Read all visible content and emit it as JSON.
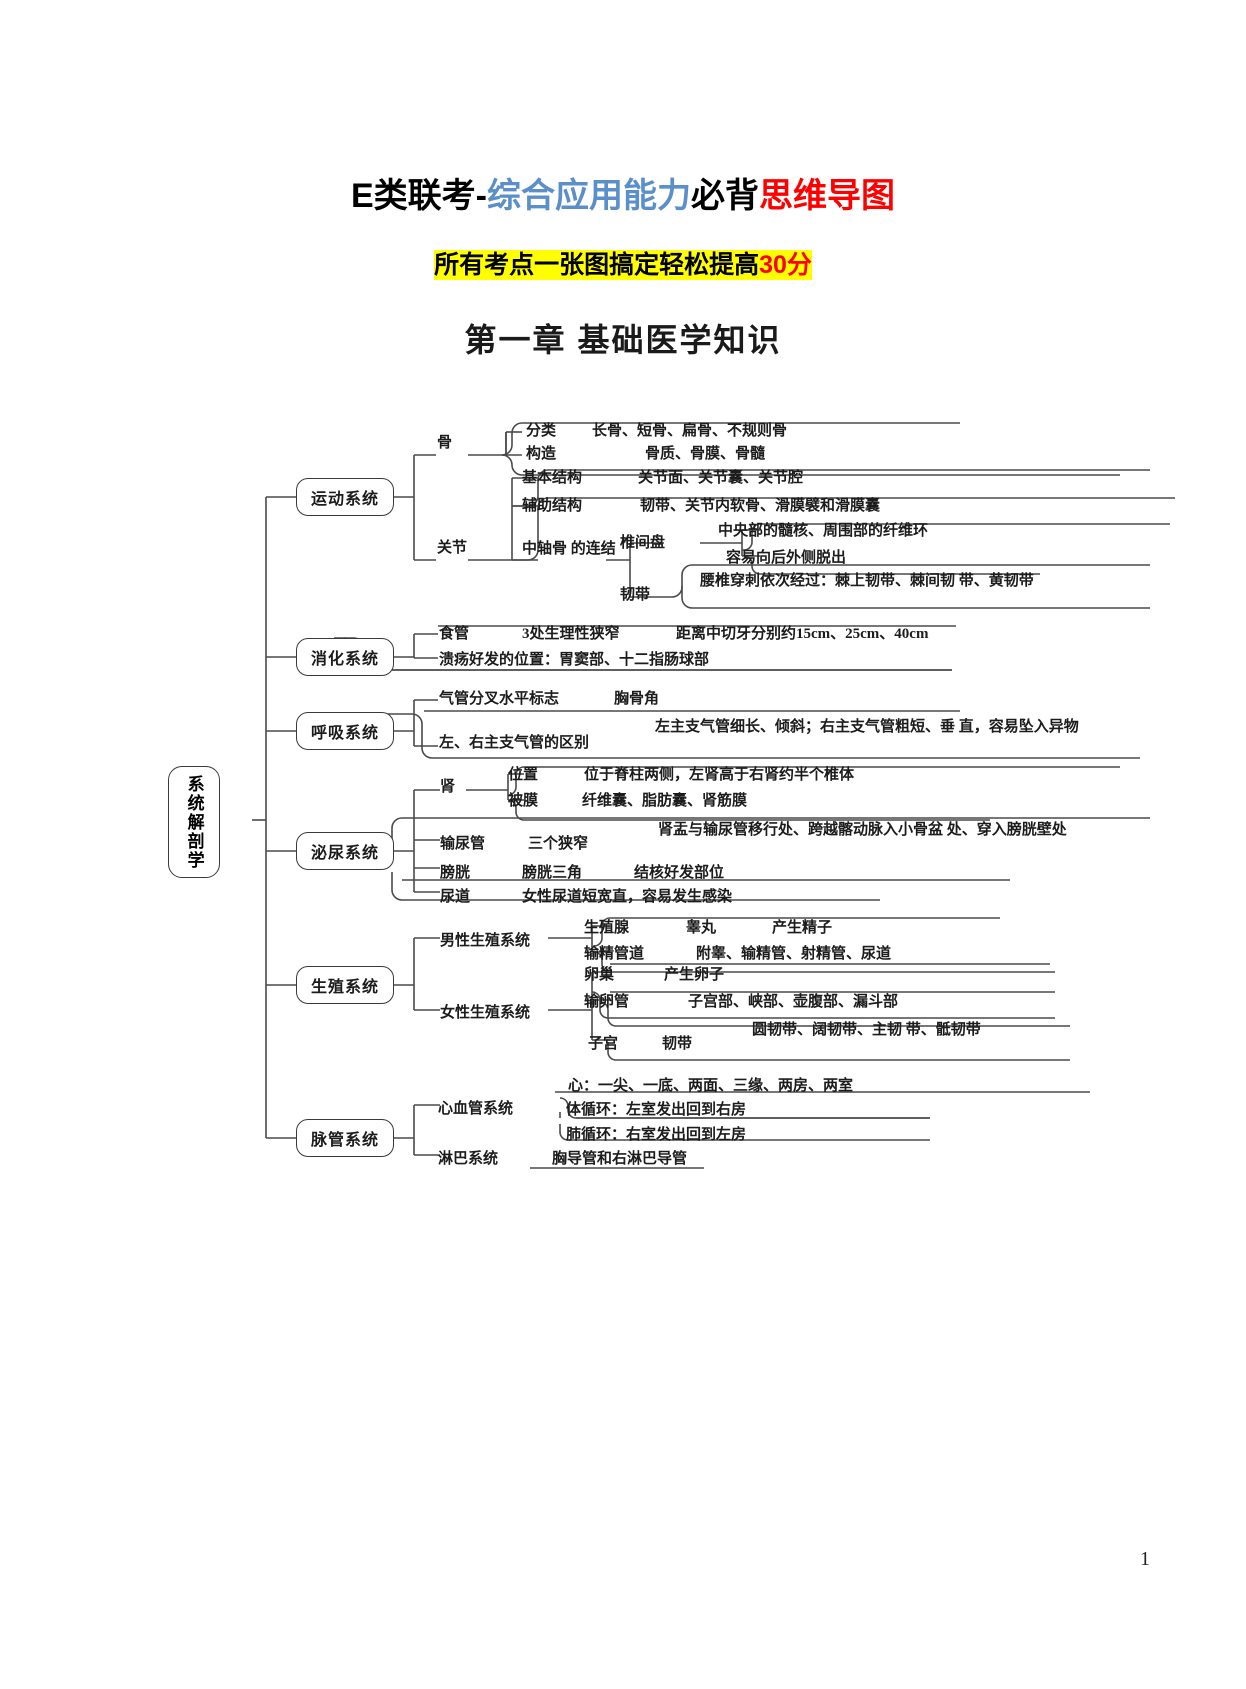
{
  "header": {
    "title_parts": [
      {
        "text": "E类联考-",
        "color": "#000000"
      },
      {
        "text": "综合应用能力",
        "color": "#5b8fc9"
      },
      {
        "text": "必背",
        "color": "#000000"
      },
      {
        "text": "思维导图",
        "color": "#ff0000"
      }
    ],
    "subtitle_parts": [
      {
        "text": "所有考点一张图搞定轻松提高",
        "color": "#000000",
        "highlight": "#ffff00"
      },
      {
        "text": "30分",
        "color": "#ff0000",
        "highlight": "#ffff00"
      }
    ],
    "chapter": "第一章    基础医学知识"
  },
  "mindmap": {
    "root": "系统解剖学",
    "branches": [
      {
        "label": "运动系统",
        "children": [
          {
            "label": "骨",
            "children": [
              {
                "label": "分类",
                "value": "长骨、短骨、扁骨、不规则骨"
              },
              {
                "label": "构造",
                "value": "骨质、骨膜、骨髓"
              }
            ]
          },
          {
            "label": "关节",
            "children": [
              {
                "label": "基本结构",
                "value": "关节面、关节囊、关节腔"
              },
              {
                "label": "辅助结构",
                "value": "韧带、关节内软骨、滑膜襞和滑膜囊"
              },
              {
                "label": "中轴骨\n的连结",
                "children": [
                  {
                    "label": "椎间盘",
                    "values": [
                      "中央部的髓核、周围部的纤维环",
                      "容易向后外侧脱出"
                    ]
                  },
                  {
                    "label": "韧带",
                    "value": "腰椎穿刺依次经过：棘上韧带、棘间韧\n带、黄韧带"
                  }
                ]
              }
            ]
          }
        ]
      },
      {
        "label": "消化系统",
        "children": [
          {
            "label": "食管",
            "mid": "3处生理性狭窄",
            "value": "距离中切牙分别约15cm、25cm、40cm"
          },
          {
            "label": "溃疡好发的位置：胃窦部、十二指肠球部"
          }
        ]
      },
      {
        "label": "呼吸系统",
        "children": [
          {
            "label": "气管分叉水平标志",
            "value": "胸骨角"
          },
          {
            "label": "左、右主支气管的区别",
            "value": "左主支气管细长、倾斜；右主支气管粗短、垂\n直，容易坠入异物"
          }
        ]
      },
      {
        "label": "泌尿系统",
        "children": [
          {
            "label": "肾",
            "children": [
              {
                "label": "位置",
                "value": "位于脊柱两侧，左肾高于右肾约半个椎体"
              },
              {
                "label": "被膜",
                "value": "纤维囊、脂肪囊、肾筋膜"
              }
            ]
          },
          {
            "label": "输尿管",
            "mid": "三个狭窄",
            "value": "肾盂与输尿管移行处、跨越髂动脉入小骨盆\n处、穿入膀胱壁处"
          },
          {
            "label": "膀胱",
            "mid": "膀胱三角",
            "value": "结核好发部位"
          },
          {
            "label": "尿道",
            "value": "女性尿道短宽直，容易发生感染"
          }
        ]
      },
      {
        "label": "生殖系统",
        "children": [
          {
            "label": "男性生殖系统",
            "children": [
              {
                "label": "生殖腺",
                "mid": "睾丸",
                "value": "产生精子"
              },
              {
                "label": "输精管道",
                "value": "附睾、输精管、射精管、尿道"
              }
            ]
          },
          {
            "label": "女性生殖系统",
            "children": [
              {
                "label": "卵巢",
                "value": "产生卵子"
              },
              {
                "label": "输卵管",
                "value": "子宫部、峡部、壶腹部、漏斗部"
              },
              {
                "label": "子宫",
                "mid": "韧带",
                "value": "圆韧带、阔韧带、主韧\n带、骶韧带"
              }
            ]
          }
        ]
      },
      {
        "label": "脉管系统",
        "children": [
          {
            "label": "心血管系统",
            "values": [
              "心：一尖、一底、两面、三缘、两房、两室",
              "体循环：左室发出回到右房",
              "肺循环：右室发出回到左房"
            ]
          },
          {
            "label": "淋巴系统",
            "value": "胸导管和右淋巴导管"
          }
        ]
      }
    ]
  },
  "page_number": "1"
}
